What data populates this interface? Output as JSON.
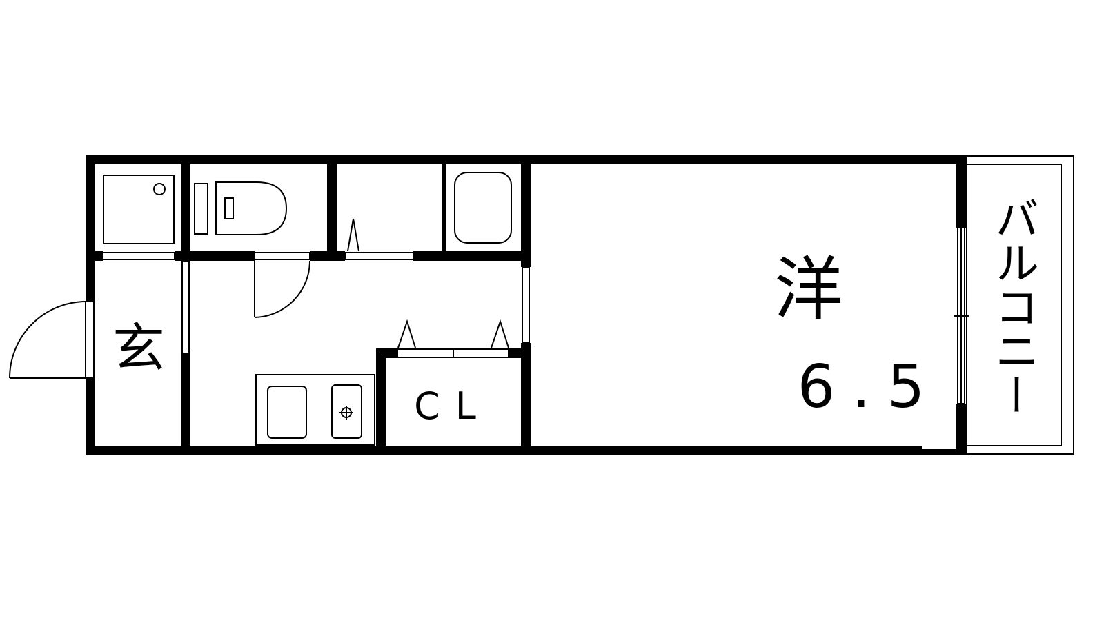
{
  "rooms": {
    "entrance_label": "玄",
    "western_label": "洋",
    "western_size": "6.5",
    "closet_label": "CL",
    "balcony_label": "バルコニー"
  },
  "colors": {
    "wall": "#000000",
    "background": "#ffffff"
  }
}
